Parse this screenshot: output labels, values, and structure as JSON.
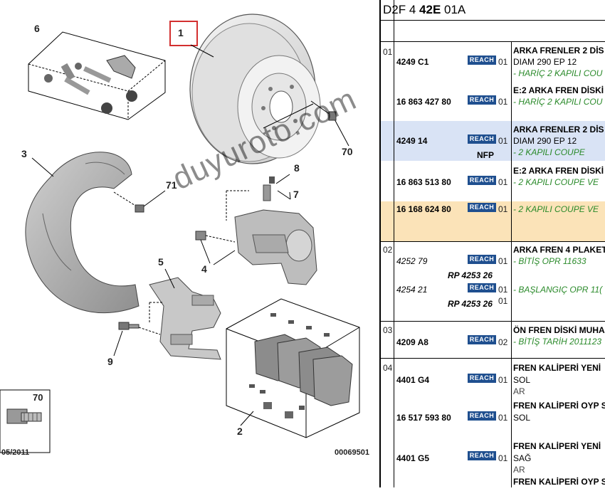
{
  "diagram": {
    "callouts": {
      "c1": "1",
      "c2": "2",
      "c3": "3",
      "c4": "4",
      "c5": "5",
      "c6": "6",
      "c7": "7",
      "c8": "8",
      "c9": "9",
      "c70": "70",
      "c71": "71"
    },
    "inset_label": "70",
    "date": "05/2011",
    "ref": "00069501",
    "watermark": "duyuroto.com"
  },
  "header": {
    "code_part1": "D2F 4 ",
    "code_bold": "42E",
    "code_part2": " 01A"
  },
  "rows": [
    {
      "group": "01",
      "ref": "4249 C1",
      "badge": "REACH",
      "qty": "01",
      "title": "ARKA FRENLER 2 DİS",
      "line2": "DIAM 290 EP 12",
      "line3": "- HARİÇ 2 KAPILI COU"
    },
    {
      "ref": "16 863 427 80",
      "badge": "REACH",
      "qty": "01",
      "title": "E:2 ARKA FREN DİSKİ",
      "line2": "- HARİÇ 2 KAPILI COU"
    },
    {
      "ref": "4249 14",
      "badge": "REACH",
      "extra": "NFP",
      "qty": "01",
      "title": "ARKA FRENLER 2 DİS",
      "line2": "DIAM 290 EP 12",
      "line3": "- 2 KAPILI COUPE"
    },
    {
      "ref": "16 863 513 80",
      "badge": "REACH",
      "qty": "01",
      "title": "E:2 ARKA FREN DİSKİ",
      "line2": "- 2 KAPILI COUPE VE"
    },
    {
      "ref": "16 168 624 80",
      "badge": "REACH",
      "qty": "01",
      "line2": "- 2 KAPILI COUPE VE"
    },
    {
      "group": "02",
      "ref": "4252 79",
      "badge": "REACH",
      "qty": "01",
      "sub": "RP 4253 26",
      "title": "ARKA FREN 4 PLAKET",
      "line2": "- BİTİŞ OPR 11633"
    },
    {
      "ref": "4254 21",
      "badge": "REACH",
      "qty": "01",
      "qty2": "01",
      "sub": "RP 4253 26",
      "line2": "- BAŞLANGIÇ OPR 11("
    },
    {
      "group": "03",
      "ref": "4209 A8",
      "badge": "REACH",
      "qty": "02",
      "title": "ÖN FREN DİSKİ MUHA",
      "line2": "- BİTİŞ TARİH 2011123"
    },
    {
      "group": "04",
      "ref": "4401 G4",
      "badge": "REACH",
      "qty": "01",
      "title": "FREN KALİPERİ YENİ",
      "line2": "SOL",
      "line3": "AR"
    },
    {
      "ref": "16 517 593 80",
      "badge": "REACH",
      "qty": "01",
      "title": "FREN KALİPERİ OYP S",
      "line2": "SOL"
    },
    {
      "ref": "4401 G5",
      "badge": "REACH",
      "qty": "01",
      "title": "FREN KALİPERİ YENİ",
      "line2": "SAĞ",
      "line3": "AR"
    },
    {
      "line2": "FREN KALİPERİ OYP S"
    }
  ],
  "colors": {
    "selected_row": "#d9e3f5",
    "highlight_row": "#fbe3b8",
    "reach_badge": "#1f4f8f",
    "green_text": "#2a8a2a",
    "callout_box": "#d32f2f"
  }
}
